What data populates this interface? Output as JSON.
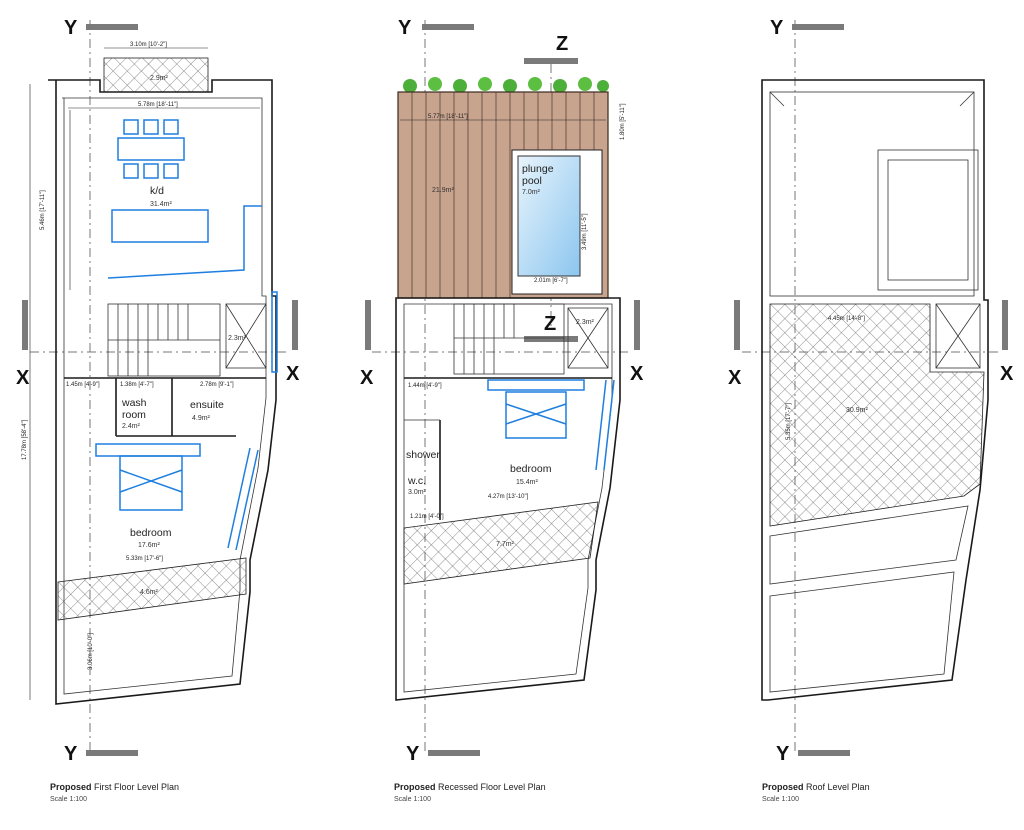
{
  "section_labels": {
    "y": "Y",
    "x": "X",
    "z": "Z"
  },
  "first_floor": {
    "caption_prefix": "Proposed",
    "caption_rest": "First Floor Level Plan",
    "scale": "Scale 1:100",
    "rooms": {
      "kd": "k/d",
      "kd_area": "31.4m²",
      "wash": "wash",
      "wash2": "room",
      "wash_area": "2.4m²",
      "ensuite": "ensuite",
      "ensuite_area": "4.9m²",
      "bedroom": "bedroom",
      "bedroom_area": "17.6m²",
      "balcony_area": "2.9m²",
      "terrace_area": "4.6m²",
      "stair_area": "2.3m²"
    },
    "dims": {
      "top": "3.10m [10'-2\"]",
      "kd_width": "5.78m [18'-11\"]",
      "kd_depth": "5.46m [17'-11\"]",
      "total_depth": "17.78m [58'-4\"]",
      "d1": "1.45m [4'-9\"]",
      "d2": "1.38m [4'-7\"]",
      "d3": "2.78m [9'-1\"]",
      "d4": "5.33m [17'-6\"]",
      "d5": "3.06m [10'-0\"]"
    }
  },
  "recessed_floor": {
    "caption_prefix": "Proposed",
    "caption_rest": "Recessed Floor Level Plan",
    "scale": "Scale 1:100",
    "rooms": {
      "deck_area": "21.9m²",
      "pool": "plunge",
      "pool2": "pool",
      "pool_area": "7.0m²",
      "bedroom": "bedroom",
      "bedroom_area": "15.4m²",
      "shower": "shower",
      "wc": "w.c.",
      "shower_area": "3.0m²",
      "terrace_area": "7.7m²",
      "stair_area": "2.3m²"
    },
    "dims": {
      "width": "5.77m [18'-11\"]",
      "planter": "1.80m [5'-11\"]",
      "pool_depth": "3.49m [11'-5\"]",
      "pool_width": "2.01m [6'-7\"]",
      "d1": "1.44m [4'-9\"]",
      "d2": "4.27m [13'-10\"]",
      "d3": "1.21m [4'-0\"]"
    }
  },
  "roof": {
    "caption_prefix": "Proposed",
    "caption_rest": "Roof Level Plan",
    "scale": "Scale 1:100",
    "area": "30.9m²",
    "dims": {
      "w": "4.45m [14'-8\"]",
      "d": "5.35m [17'-7\"]"
    }
  },
  "colors": {
    "deck": "#c8a48e",
    "pool": "#a8d4f2",
    "furniture": "#1e7fe0",
    "greenery": "#4caf3a"
  }
}
